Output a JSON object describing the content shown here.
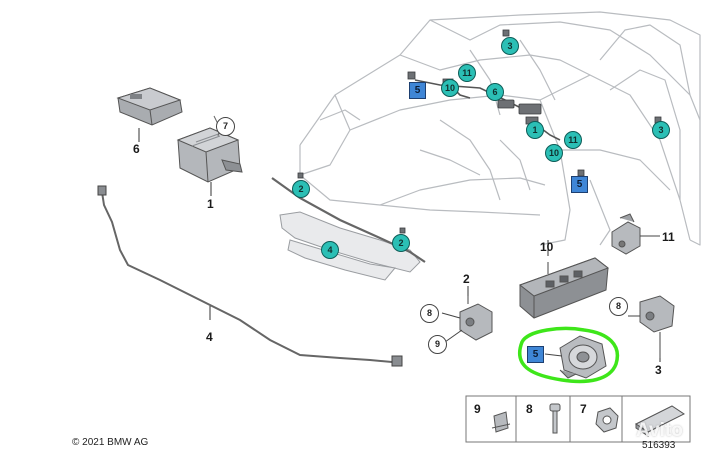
{
  "callouts": {
    "part1": "1",
    "part2": "2",
    "part3": "3",
    "part4": "4",
    "part6": "6",
    "part10": "10",
    "part11": "11",
    "ref7": "7",
    "ref8_left": "8",
    "ref9": "9",
    "ref8_right": "8",
    "ref5": "5"
  },
  "car_badges": {
    "b3_top": "3",
    "b11_top": "11",
    "b10_top": "10",
    "b6": "6",
    "b1": "1",
    "b11_right": "11",
    "b10_right": "10",
    "b3_right": "3",
    "b2_upper": "2",
    "b4": "4",
    "b2_lower": "2"
  },
  "car_squares": {
    "s5_top": "5",
    "s5_right": "5"
  },
  "legend": {
    "n9": "9",
    "n8": "8",
    "n7": "7"
  },
  "footer": {
    "copyright": "© 2021 BMW AG",
    "diagram_number": "516393"
  },
  "watermark": "Avito",
  "colors": {
    "badge_teal": "#2bbfb5",
    "badge_blue": "#3f86d6",
    "highlight_green": "#3ee61a"
  }
}
